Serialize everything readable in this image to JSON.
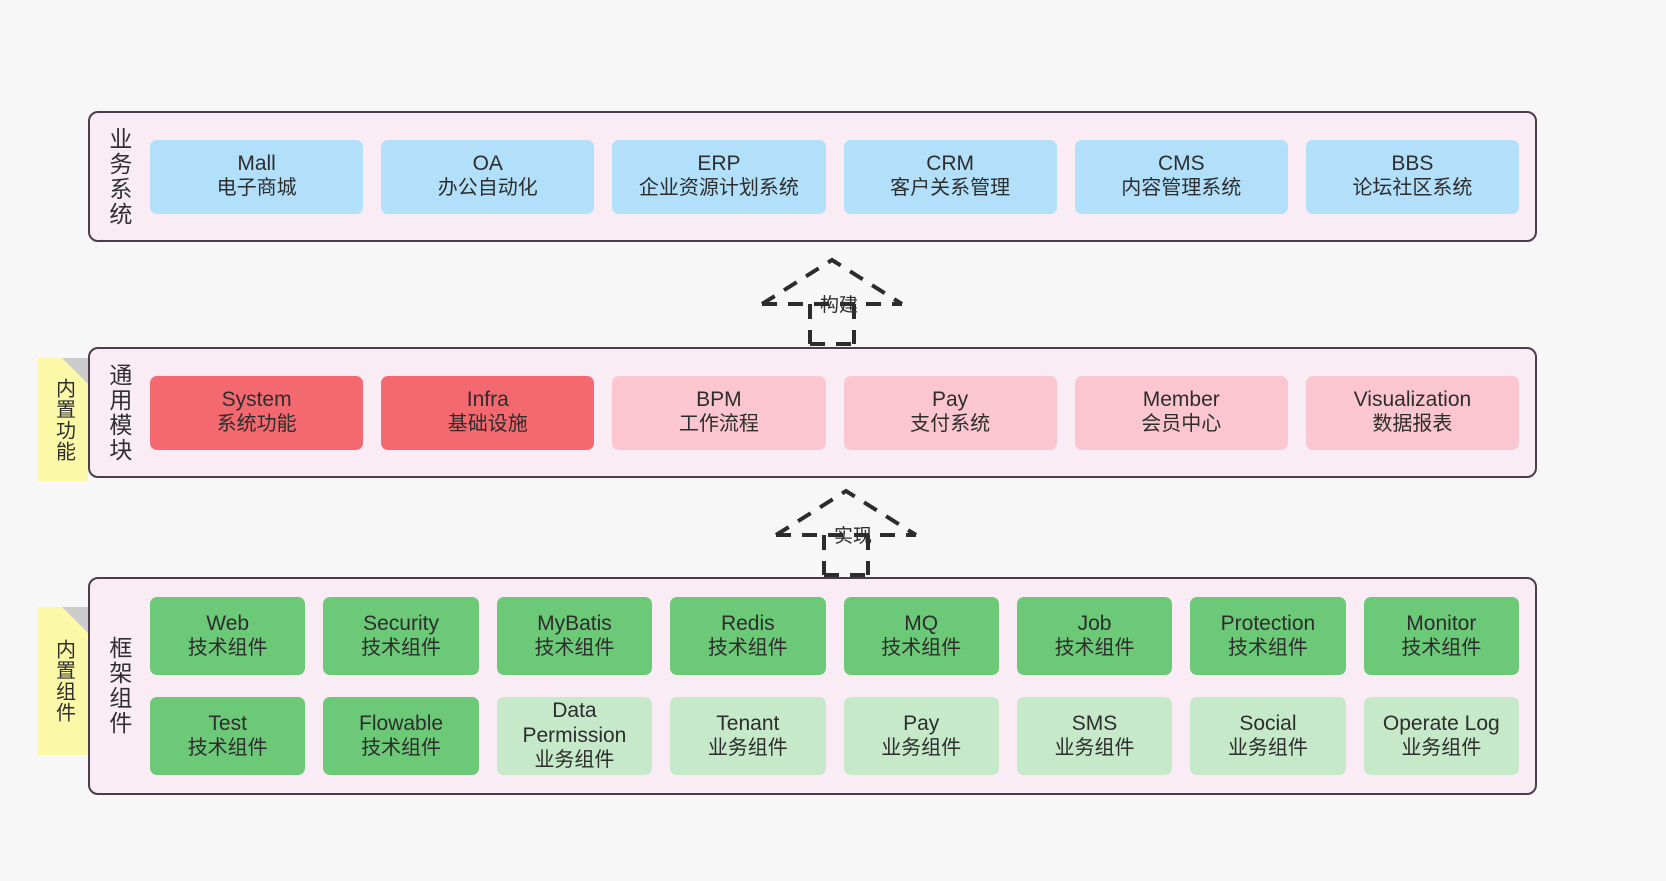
{
  "background_color": "#f7f7f7",
  "panel_style": {
    "fill": "#faecf5",
    "border": "#4c3d4c"
  },
  "layers": {
    "business": {
      "label": "业务系统",
      "box_color": "#b2e0fb",
      "items": [
        {
          "name": "Mall",
          "desc": "电子商城",
          "color": "#b2e0fb"
        },
        {
          "name": "OA",
          "desc": "办公自动化",
          "color": "#b2e0fb"
        },
        {
          "name": "ERP",
          "desc": "企业资源计划系统",
          "color": "#b2e0fb"
        },
        {
          "name": "CRM",
          "desc": "客户关系管理",
          "color": "#b2e0fb"
        },
        {
          "name": "CMS",
          "desc": "内容管理系统",
          "color": "#b2e0fb"
        },
        {
          "name": "BBS",
          "desc": "论坛社区系统",
          "color": "#b2e0fb"
        }
      ]
    },
    "common": {
      "label": "通用模块",
      "sticky_note": "内置功能",
      "items": [
        {
          "name": "System",
          "desc": "系统功能",
          "color": "#f4696f"
        },
        {
          "name": "Infra",
          "desc": "基础设施",
          "color": "#f4696f"
        },
        {
          "name": "BPM",
          "desc": "工作流程",
          "color": "#fbc6cf"
        },
        {
          "name": "Pay",
          "desc": "支付系统",
          "color": "#fbc6cf"
        },
        {
          "name": "Member",
          "desc": "会员中心",
          "color": "#fbc6cf"
        },
        {
          "name": "Visualization",
          "desc": "数据报表",
          "color": "#fbc6cf"
        }
      ]
    },
    "framework": {
      "label": "框架组件",
      "sticky_note": "内置组件",
      "row1": [
        {
          "name": "Web",
          "desc": "技术组件",
          "color": "#6cc978"
        },
        {
          "name": "Security",
          "desc": "技术组件",
          "color": "#6cc978"
        },
        {
          "name": "MyBatis",
          "desc": "技术组件",
          "color": "#6cc978"
        },
        {
          "name": "Redis",
          "desc": "技术组件",
          "color": "#6cc978"
        },
        {
          "name": "MQ",
          "desc": "技术组件",
          "color": "#6cc978"
        },
        {
          "name": "Job",
          "desc": "技术组件",
          "color": "#6cc978"
        },
        {
          "name": "Protection",
          "desc": "技术组件",
          "color": "#6cc978"
        },
        {
          "name": "Monitor",
          "desc": "技术组件",
          "color": "#6cc978"
        }
      ],
      "row2": [
        {
          "name": "Test",
          "desc": "技术组件",
          "color": "#6cc978"
        },
        {
          "name": "Flowable",
          "desc": "技术组件",
          "color": "#6cc978"
        },
        {
          "name": "Data Permission",
          "desc": "业务组件",
          "color": "#c5e9c9"
        },
        {
          "name": "Tenant",
          "desc": "业务组件",
          "color": "#c5e9c9"
        },
        {
          "name": "Pay",
          "desc": "业务组件",
          "color": "#c5e9c9"
        },
        {
          "name": "SMS",
          "desc": "业务组件",
          "color": "#c5e9c9"
        },
        {
          "name": "Social",
          "desc": "业务组件",
          "color": "#c5e9c9"
        },
        {
          "name": "Operate Log",
          "desc": "业务组件",
          "color": "#c5e9c9"
        }
      ]
    }
  },
  "connectors": [
    {
      "id": "build",
      "label": "构建"
    },
    {
      "id": "impl",
      "label": "实现"
    }
  ]
}
